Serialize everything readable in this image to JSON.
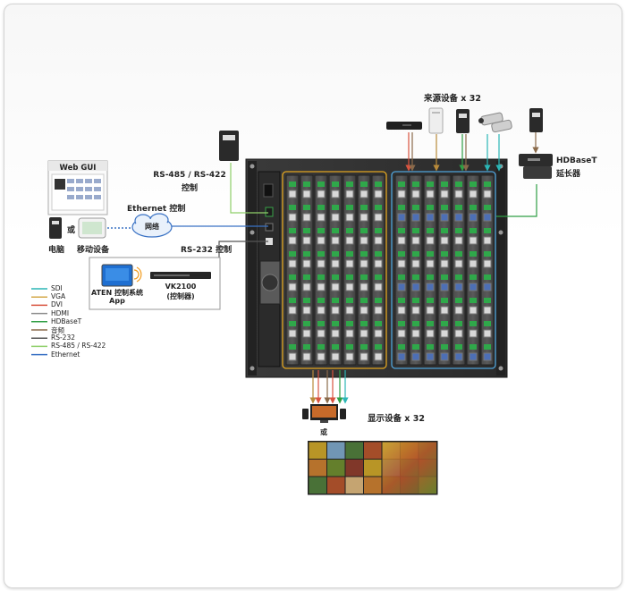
{
  "labels": {
    "source_devices": "来源设备 x 32",
    "rs485_line1": "RS-485 / RS-422",
    "rs485_line2": "控制",
    "web_gui": "Web GUI",
    "ethernet_control": "Ethernet 控制",
    "network": "网络",
    "or_left": "或",
    "computer": "电脑",
    "mobile_device": "移动设备",
    "rs232_control": "RS-232 控制",
    "aten_app_line1": "ATEN 控制系统",
    "aten_app_line2": "App",
    "vk2100_line1": "VK2100",
    "vk2100_line2": "(控制器)",
    "hdbaset_line1": "HDBaseT",
    "hdbaset_line2": "延长器",
    "or_bottom": "或",
    "display_devices": "显示设备 x 32"
  },
  "legend": [
    {
      "label": "SDI",
      "color": "#2bb6b6"
    },
    {
      "label": "VGA",
      "color": "#d4a84a"
    },
    {
      "label": "DVI",
      "color": "#d9533f"
    },
    {
      "label": "HDMI",
      "color": "#8b8b8b"
    },
    {
      "label": "HDBaseT",
      "color": "#2f9e44"
    },
    {
      "label": "音频",
      "color": "#8a6a4a"
    },
    {
      "label": "RS-232",
      "color": "#555555"
    },
    {
      "label": "RS-485 / RS-422",
      "color": "#8fcf6a"
    },
    {
      "label": "Ethernet",
      "color": "#3a72c4"
    }
  ]
}
